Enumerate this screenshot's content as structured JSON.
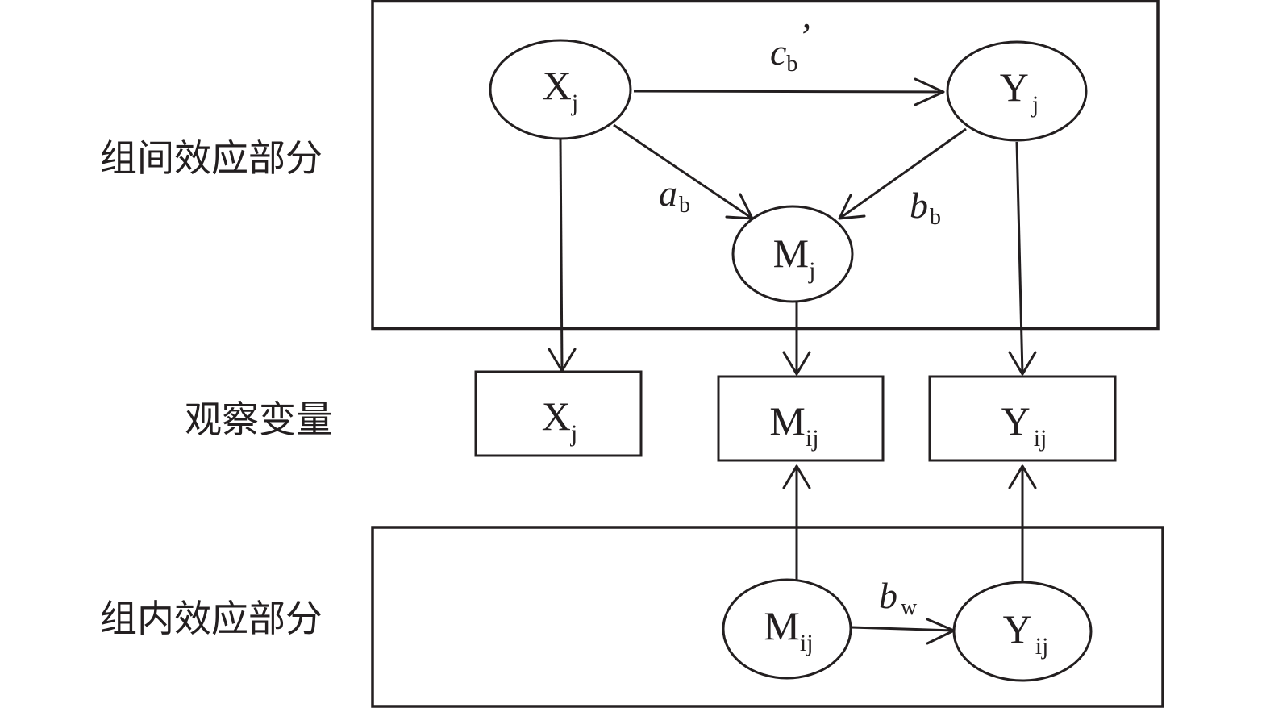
{
  "row_labels": {
    "between": "组间效应部分",
    "observed": "观察变量",
    "within": "组内效应部分"
  },
  "between_nodes": {
    "x": {
      "main": "X",
      "sub": "j"
    },
    "y": {
      "main": "Y",
      "sub": "j"
    },
    "m": {
      "main": "M",
      "sub": "j"
    }
  },
  "observed_nodes": {
    "x": {
      "main": "X",
      "sub": "j"
    },
    "m": {
      "main": "M",
      "sub": "ij"
    },
    "y": {
      "main": "Y",
      "sub": "ij"
    }
  },
  "within_nodes": {
    "m": {
      "main": "M",
      "sub": "ij"
    },
    "y": {
      "main": "Y",
      "sub": "ij"
    }
  },
  "edge_labels": {
    "cb": {
      "main": "c",
      "sub": "b",
      "prime": "’"
    },
    "ab": {
      "main": "a",
      "sub": "b"
    },
    "bb": {
      "main": "b",
      "sub": "b"
    },
    "bw": {
      "main": "b",
      "sub": "w"
    }
  },
  "colors": {
    "ink": "#231f20",
    "background": "#ffffff"
  }
}
